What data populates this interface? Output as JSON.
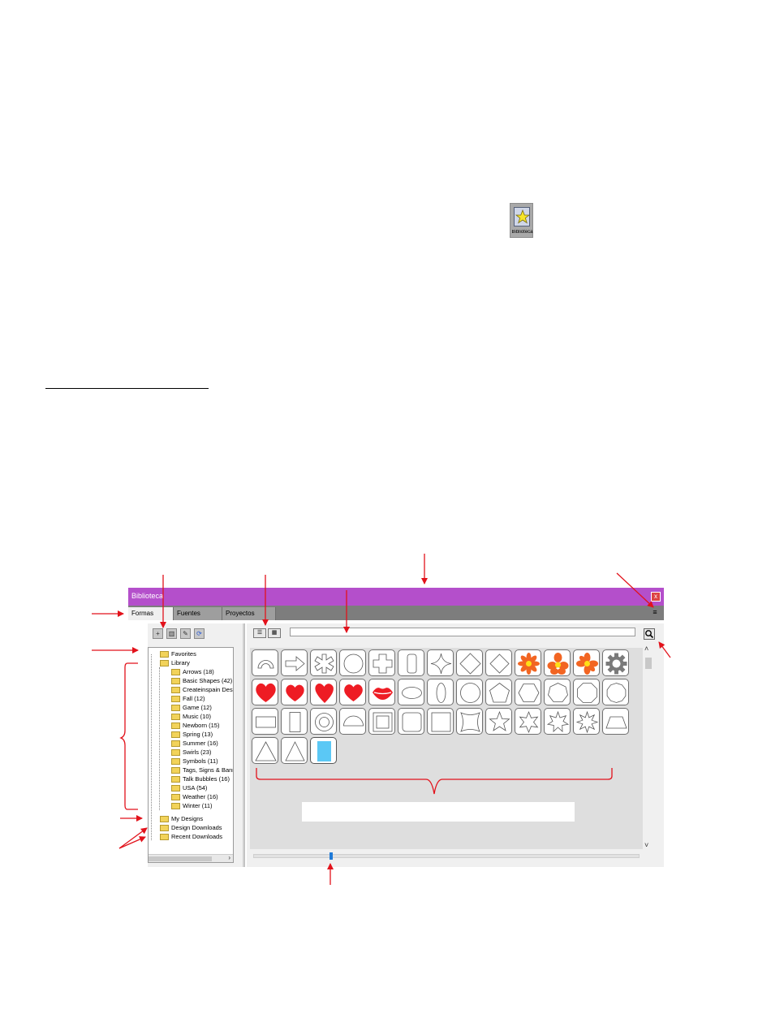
{
  "app": {
    "title": "Biblioteca"
  },
  "toolbar_icon": {
    "label": "Biblioteca",
    "icon": "star-book-icon"
  },
  "tabs": [
    {
      "label": "Formas",
      "active": true
    },
    {
      "label": "Fuentes",
      "active": false
    },
    {
      "label": "Proyectos",
      "active": false
    }
  ],
  "window": {
    "close_label": "x",
    "menu_glyph": "≡"
  },
  "tree": {
    "favorites": "Favorites",
    "library": "Library",
    "library_items": [
      "Arrows (18)",
      "Basic Shapes (42)",
      "Createinspain Designs",
      "Fall (12)",
      "Game (12)",
      "Music (10)",
      "Newborn (15)",
      "Spring (13)",
      "Summer (16)",
      "Swirls (23)",
      "Symbols (11)",
      "Tags, Signs & Banners",
      "Talk Bubbles (16)",
      "USA (54)",
      "Weather (16)",
      "Winter (11)"
    ],
    "my_designs": "My Designs",
    "design_downloads": "Design Downloads",
    "recent_downloads": "Recent Downloads"
  },
  "search": {
    "value": "",
    "placeholder": ""
  },
  "view_buttons": {
    "list": "☰",
    "grid": "▦"
  },
  "colors": {
    "titlebar": "#b44fcb",
    "annotation": "#e2121b",
    "heart_red": "#ee1c24",
    "flower_orange": "#f26522",
    "blue_rect": "#5bc8f5"
  },
  "zoom_slider": {
    "value": 0.2
  }
}
